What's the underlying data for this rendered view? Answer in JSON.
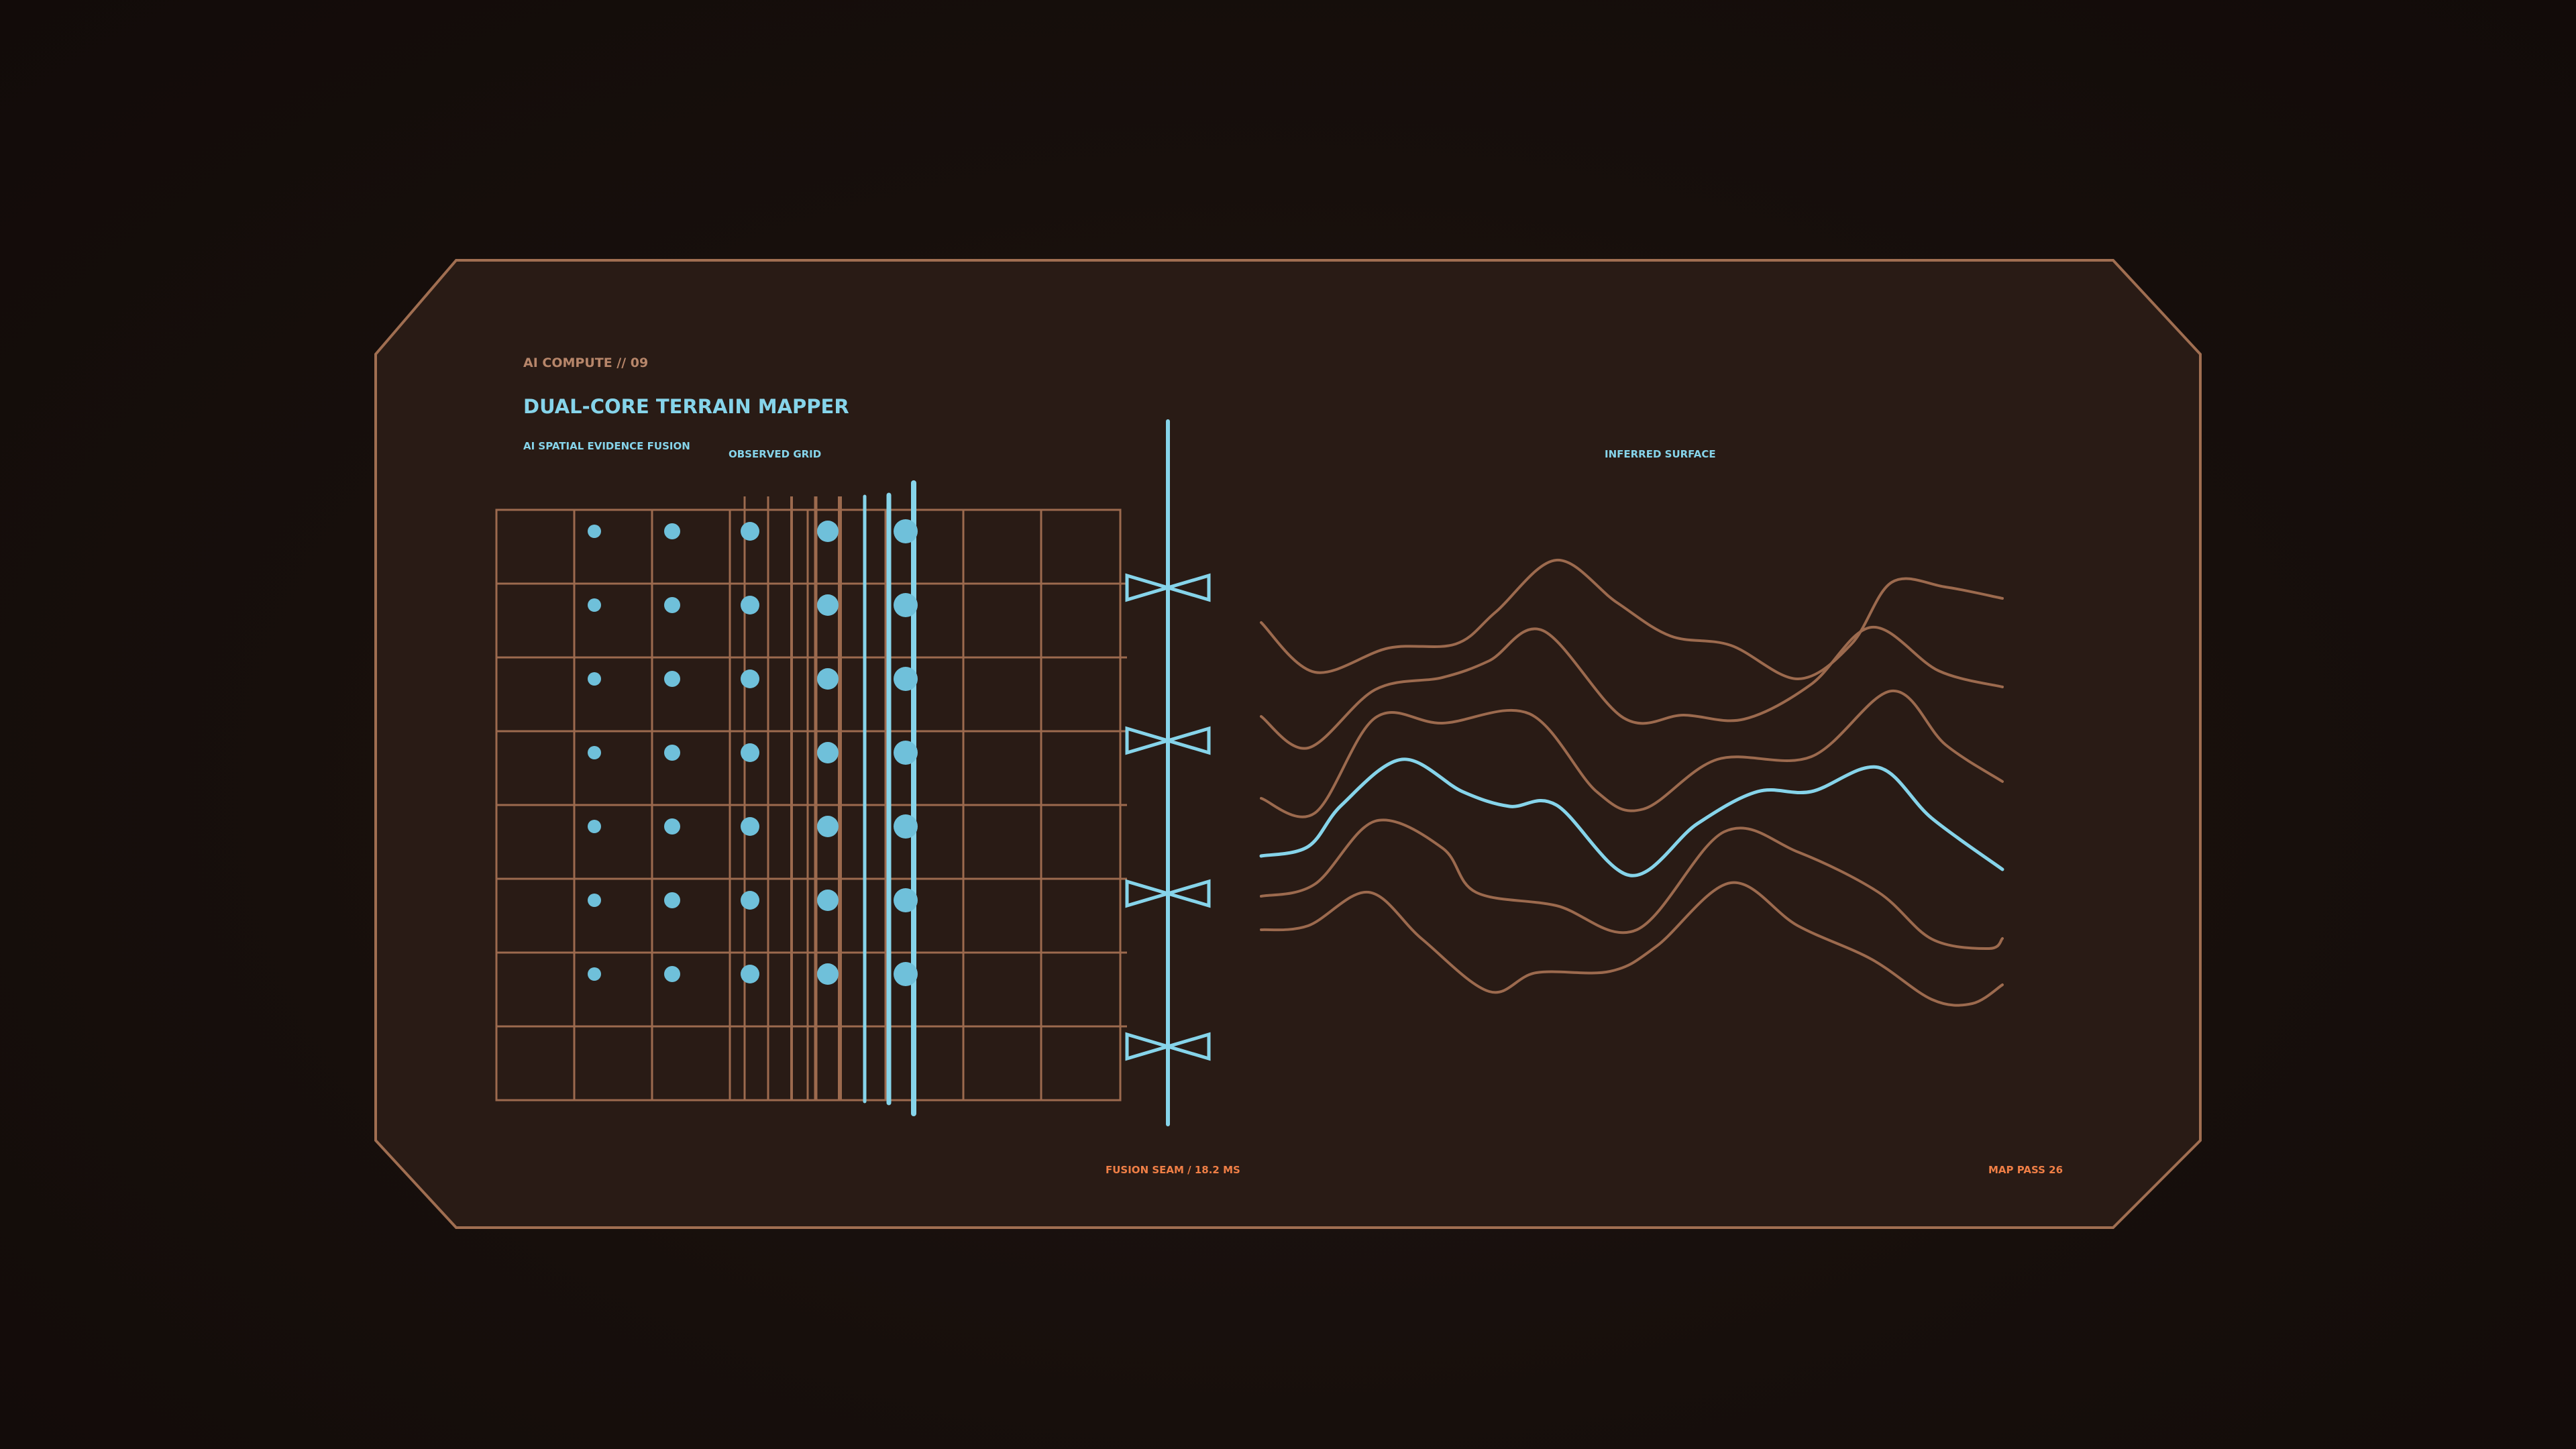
{
  "header": {
    "eyebrow": "AI COMPUTE // 09",
    "title": "DUAL-CORE TERRAIN MAPPER",
    "subtitle": "AI SPATIAL EVIDENCE FUSION"
  },
  "panels": {
    "left_label": "OBSERVED GRID",
    "right_label": "INFERRED SURFACE"
  },
  "footer": {
    "seam_label": "FUSION SEAM / 18.2 MS",
    "pass_label": "MAP PASS 26"
  },
  "colors": {
    "background": "#150d0b",
    "panel": "#291b15",
    "frame": "#a06e51",
    "grid": "#9c6a4e",
    "accent": "#86d4ea",
    "dot": "#6fc0da",
    "eyebrow": "#b7866a",
    "footer": "#f07f46"
  }
}
